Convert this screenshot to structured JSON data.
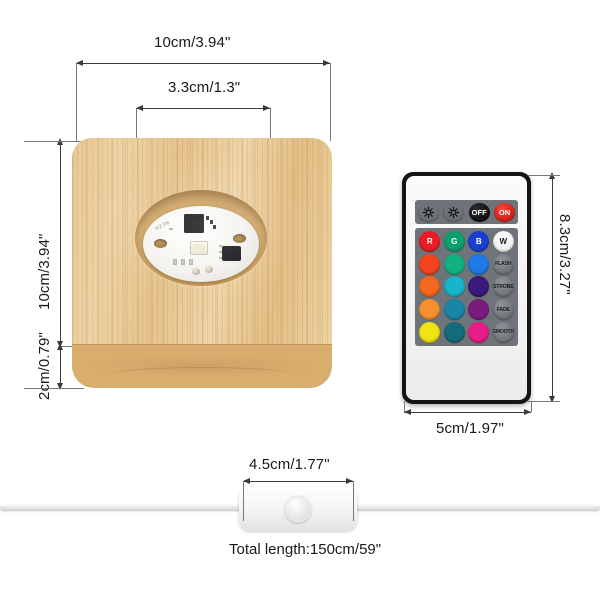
{
  "product": {
    "base": {
      "width_label": "10cm/3.94\"",
      "depth_label": "10cm/3.94\"",
      "recess_label": "3.3cm/1.3\"",
      "height_label": "2cm/0.79\""
    },
    "remote": {
      "width_label": "5cm/1.97\"",
      "height_label": "8.3cm/3.27\"",
      "top_row": [
        {
          "name": "brightness-up",
          "label": "",
          "icon": "sun-icon",
          "style": "wht"
        },
        {
          "name": "brightness-down",
          "label": "",
          "icon": "sun-icon",
          "style": "wht"
        },
        {
          "name": "off",
          "label": "OFF",
          "icon": "",
          "style": "k-btn"
        },
        {
          "name": "on",
          "label": "ON",
          "icon": "",
          "style": "on-btn"
        }
      ],
      "grid": [
        [
          {
            "label": "R",
            "color": "#ec1c24",
            "style": "col"
          },
          {
            "label": "G",
            "color": "#0e9f6e",
            "style": "col"
          },
          {
            "label": "B",
            "color": "#1b3fd0",
            "style": "col"
          },
          {
            "label": "W",
            "color": "#ffffff",
            "style": "wht"
          }
        ],
        [
          {
            "label": "",
            "color": "#f4451f",
            "style": "col"
          },
          {
            "label": "",
            "color": "#13b180",
            "style": "col"
          },
          {
            "label": "",
            "color": "#1f7ae8",
            "style": "col"
          },
          {
            "label": "FLASH",
            "color": "#7b8287",
            "style": "fn"
          }
        ],
        [
          {
            "label": "",
            "color": "#f4681f",
            "style": "col"
          },
          {
            "label": "",
            "color": "#18b4c9",
            "style": "col"
          },
          {
            "label": "",
            "color": "#3a1a7a",
            "style": "col"
          },
          {
            "label": "STROBE",
            "color": "#7b8287",
            "style": "fn"
          }
        ],
        [
          {
            "label": "",
            "color": "#f59030",
            "style": "col"
          },
          {
            "label": "",
            "color": "#1886a8",
            "style": "col"
          },
          {
            "label": "",
            "color": "#7a1b7e",
            "style": "col"
          },
          {
            "label": "FADE",
            "color": "#7b8287",
            "style": "fn"
          }
        ],
        [
          {
            "label": "",
            "color": "#f2e312",
            "style": "col"
          },
          {
            "label": "",
            "color": "#156b7c",
            "style": "col"
          },
          {
            "label": "",
            "color": "#e81d88",
            "style": "col"
          },
          {
            "label": "SMOOTH",
            "color": "#7b8287",
            "style": "fn"
          }
        ]
      ]
    },
    "switch": {
      "width_label": "4.5cm/1.77\"",
      "total_length_label": "Total length:150cm/59\""
    }
  },
  "colors": {
    "wood_top": "#e8c78f",
    "wood_front": "#d8ad6e",
    "recess": "#cda465",
    "pcb": "#f5f4f0",
    "remote_body": "#141414",
    "remote_face": "#f7f7f7",
    "button_pad": "#6e7479",
    "dimension_line": "#3a3a3a",
    "background": "#ffffff"
  }
}
